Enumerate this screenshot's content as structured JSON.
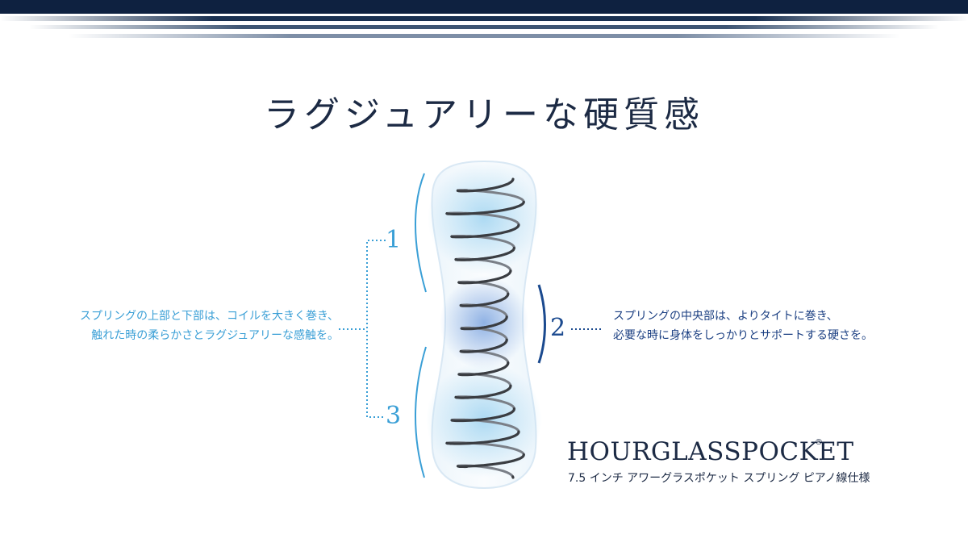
{
  "title": "ラグジュアリーな硬質感",
  "zones": {
    "one": "1",
    "two": "2",
    "three": "3"
  },
  "left_description": {
    "line1": "スプリングの上部と下部は、コイルを大きく巻き、",
    "line2": "触れた時の柔らかさとラグジュアリーな感触を。"
  },
  "right_description": {
    "line1": "スプリングの中央部は、よりタイトに巻き、",
    "line2": "必要な時に身体をしっかりとサポートする硬さを。"
  },
  "product": {
    "brand": "HOURGLASSPOCKET",
    "mark": "®",
    "subtitle": "7.5 インチ アワーグラスポケット スプリング ピアノ線仕様"
  },
  "colors": {
    "navy": "#0e2140",
    "light_blue": "#3a9fd6",
    "dark_blue": "#1b4a8f",
    "title_text": "#1c2a44"
  }
}
